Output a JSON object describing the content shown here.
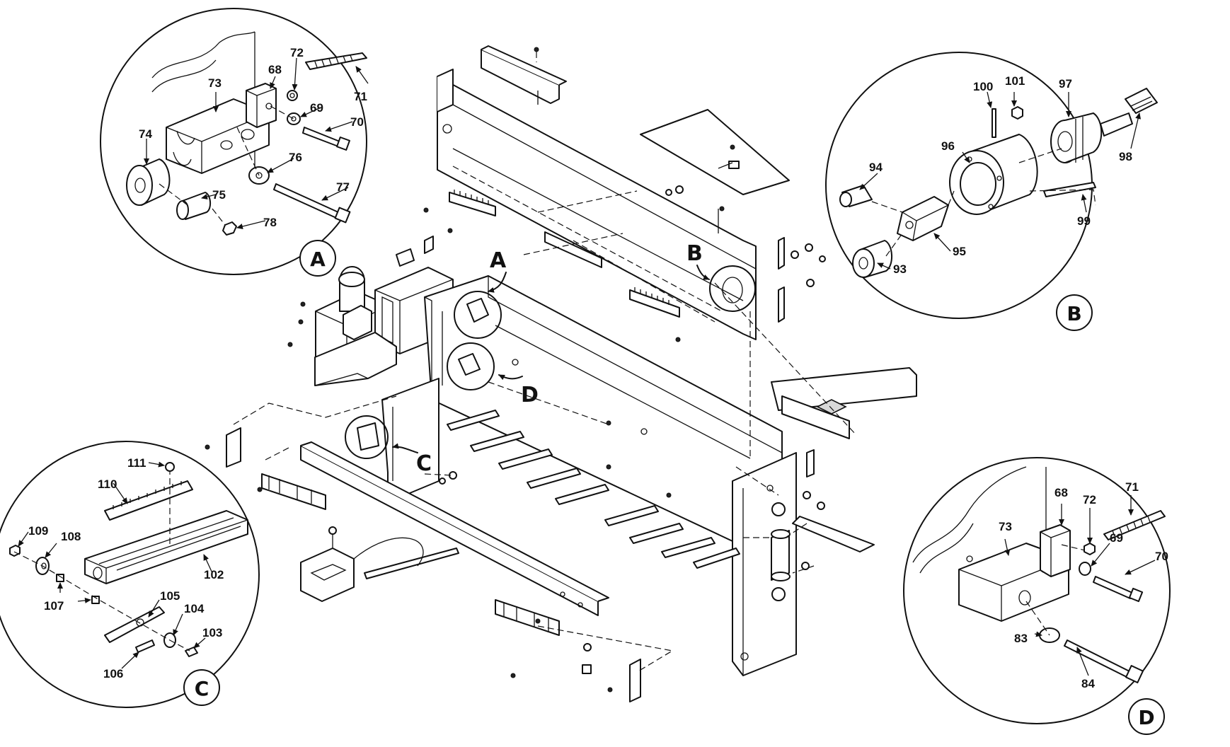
{
  "details": {
    "A": {
      "badge": "A",
      "labels": {
        "l68": "68",
        "l69": "69",
        "l70": "70",
        "l71": "71",
        "l72": "72",
        "l73": "73",
        "l74": "74",
        "l75": "75",
        "l76": "76",
        "l77": "77",
        "l78": "78"
      }
    },
    "B": {
      "badge": "B",
      "labels": {
        "l93": "93",
        "l94": "94",
        "l95": "95",
        "l96": "96",
        "l97": "97",
        "l98": "98",
        "l99": "99",
        "l100": "100",
        "l101": "101"
      }
    },
    "C": {
      "badge": "C",
      "labels": {
        "l102": "102",
        "l103": "103",
        "l104": "104",
        "l105": "105",
        "l106": "106",
        "l107": "107",
        "l108": "108",
        "l109": "109",
        "l110": "110",
        "l111": "111"
      }
    },
    "D": {
      "badge": "D",
      "labels": {
        "l68": "68",
        "l69": "69",
        "l70": "70",
        "l71": "71",
        "l72": "72",
        "l73": "73",
        "l83": "83",
        "l84": "84"
      }
    }
  },
  "callouts": {
    "A": "A",
    "B": "B",
    "C": "C",
    "D": "D"
  }
}
